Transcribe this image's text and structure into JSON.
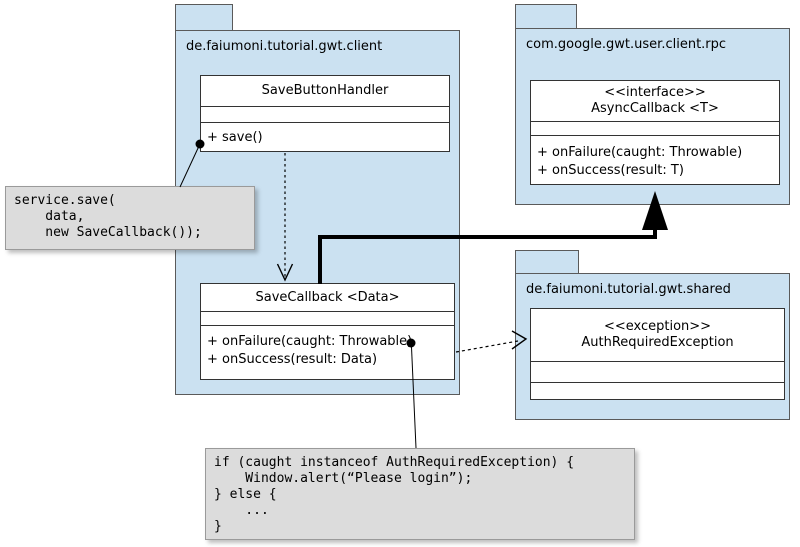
{
  "packages": [
    {
      "name": "de.faiumoni.tutorial.gwt.client",
      "classes": [
        {
          "stereotype": "",
          "name": "SaveButtonHandler",
          "methods": [
            "+ save()"
          ]
        },
        {
          "stereotype": "",
          "name": "SaveCallback <Data>",
          "methods": [
            "+ onFailure(caught: Throwable)",
            "+ onSuccess(result: Data)"
          ]
        }
      ]
    },
    {
      "name": "com.google.gwt.user.client.rpc",
      "classes": [
        {
          "stereotype": "<<interface>>",
          "name": "AsyncCallback <T>",
          "methods": [
            "+ onFailure(caught: Throwable)",
            "+ onSuccess(result: T)"
          ]
        }
      ]
    },
    {
      "name": "de.faiumoni.tutorial.gwt.shared",
      "classes": [
        {
          "stereotype": "<<exception>>",
          "name": "AuthRequiredException",
          "methods": []
        }
      ]
    }
  ],
  "notes": [
    {
      "lines": [
        "service.save(",
        "    data,",
        "    new SaveCallback());"
      ]
    },
    {
      "lines": [
        "if (caught instanceof AuthRequiredException) {",
        "    Window.alert(“Please login”);",
        "} else {",
        "    ...",
        "}"
      ]
    }
  ],
  "relations": [
    {
      "type": "dependency",
      "from": "SaveButtonHandler",
      "to": "SaveCallback <Data>"
    },
    {
      "type": "realization",
      "from": "SaveCallback <Data>",
      "to": "AsyncCallback <T>"
    },
    {
      "type": "dependency",
      "from": "SaveCallback <Data>",
      "to": "AuthRequiredException"
    }
  ],
  "colors": {
    "package_fill": "#cbe1f1",
    "class_fill": "#ffffff",
    "note_fill": "#dcdcdc",
    "border_color": "#5a5a5a",
    "connector": "#000000"
  }
}
